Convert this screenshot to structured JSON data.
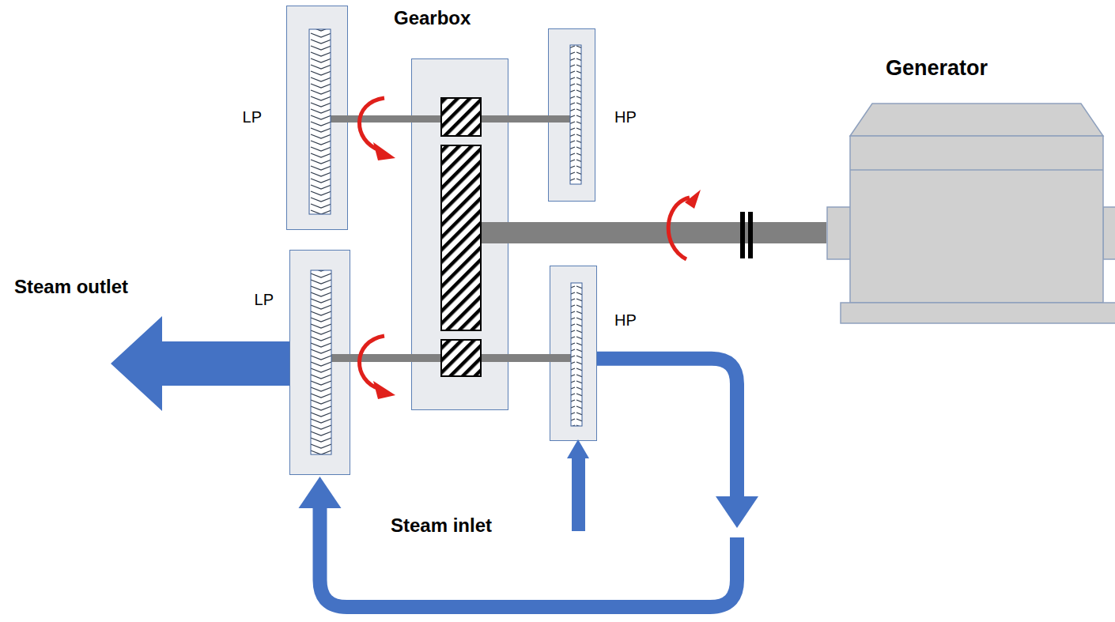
{
  "diagram": {
    "nodes": [
      {
        "text": [
          "LP"
        ]
      },
      {
        "text": [
          "Gearbox"
        ]
      },
      {
        "text": [
          "HP"
        ]
      },
      {
        "text": [
          "Generator"
        ]
      },
      {
        "text": [
          "LP"
        ]
      },
      {
        "text": [
          "HP"
        ]
      }
    ],
    "edges": [
      {
        "from": 5,
        "to": 4,
        "arrow": "to"
      }
    ],
    "labels": [
      "Steam outlet",
      "Steam inlet"
    ]
  }
}
